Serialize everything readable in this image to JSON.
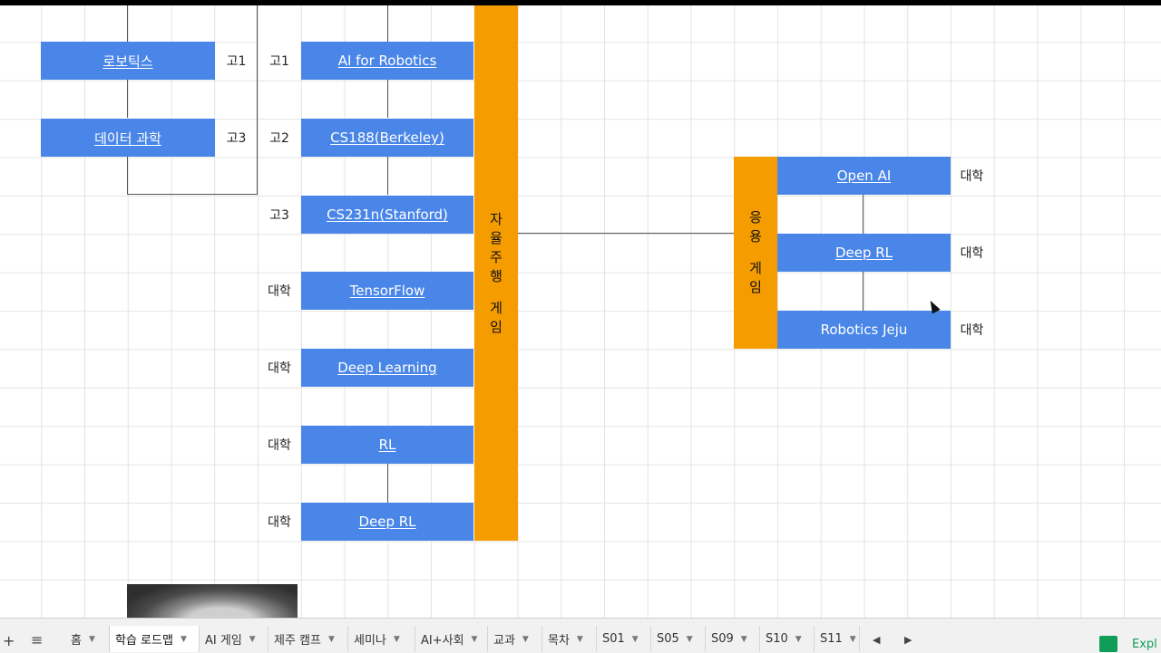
{
  "sheet": {
    "left_cards": [
      {
        "label": "로보틱스",
        "grade": "고1"
      },
      {
        "label": "데이터 과학",
        "grade": "고3"
      }
    ],
    "middle_cards": [
      {
        "grade": "고1",
        "label": "AI for Robotics"
      },
      {
        "grade": "고2",
        "label": "CS188(Berkeley)"
      },
      {
        "grade": "고3",
        "label": "CS231n(Stanford)"
      },
      {
        "grade": "대학",
        "label": "TensorFlow"
      },
      {
        "grade": "대학",
        "label": "Deep Learning"
      },
      {
        "grade": "대학",
        "label": "RL"
      },
      {
        "grade": "대학",
        "label": "Deep RL"
      }
    ],
    "orange_main": {
      "line1": [
        "자",
        "율",
        "주",
        "행"
      ],
      "line2": [
        "게",
        "임"
      ]
    },
    "orange_side": {
      "line1": [
        "응",
        "용"
      ],
      "line2": [
        "게",
        "임"
      ]
    },
    "right_cards": [
      {
        "label": "Open AI",
        "grade": "대학"
      },
      {
        "label": "Deep RL",
        "grade": "대학"
      },
      {
        "label": "Robotics Jeju",
        "grade": "대학"
      }
    ],
    "colors": {
      "blue": "#4a86e8",
      "orange": "#f59c00"
    }
  },
  "tabs": {
    "add_icon": "plus-icon",
    "list_icon": "menu-icon",
    "items": [
      "홈",
      "학습 로드맵",
      "AI 게임",
      "제주 캠프",
      "세미나",
      "AI+사회",
      "교과",
      "목차",
      "S01",
      "S05",
      "S09",
      "S10",
      "S11"
    ],
    "active": "학습 로드맵",
    "explore_label": "Expl"
  }
}
